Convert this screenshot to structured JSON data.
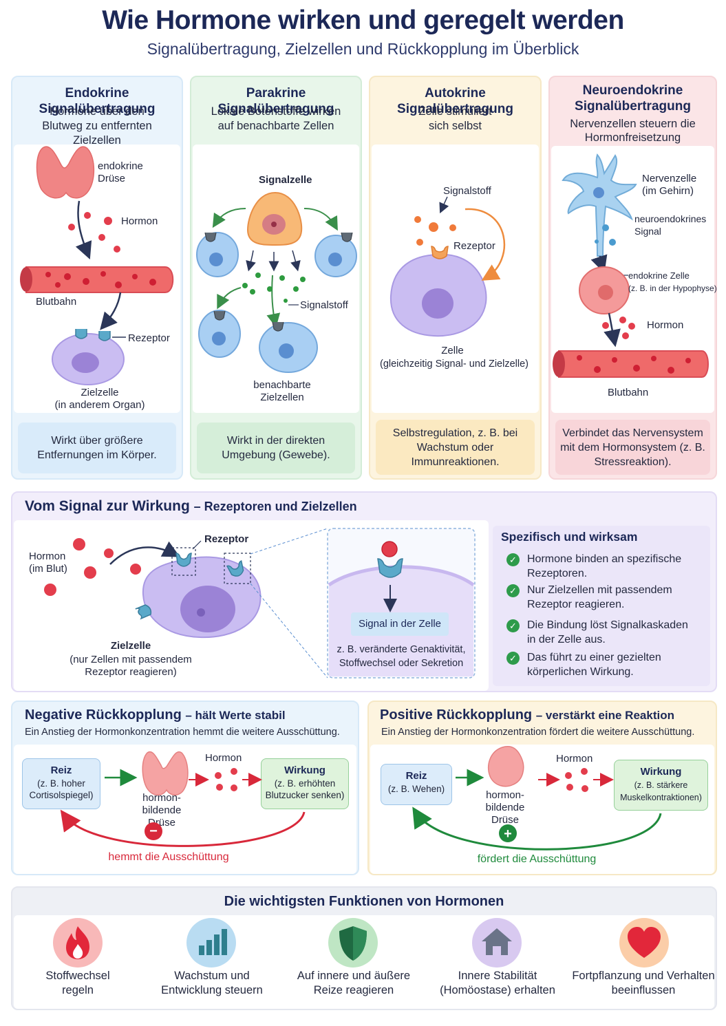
{
  "header": {
    "title": "Wie Hormone wirken und geregelt werden",
    "subtitle": "Signalübertragung, Zielzellen und Rückkopplung im Überblick"
  },
  "types": [
    {
      "title": "Endokrine Signalübertragung",
      "subtitle": "Hormone über den Blutweg zu entfernten Zielzellen",
      "labels": {
        "gland": "endokrine Drüse",
        "hormone": "Hormon",
        "blood": "Blutbahn",
        "receptor": "Rezeptor",
        "target": "Zielzelle",
        "target_note": "(in anderem Organ)"
      },
      "note": "Wirkt über größere Entfernungen im Körper."
    },
    {
      "title": "Parakrine Signalübertragung",
      "subtitle": "Lokale Botenstoffe wirken auf benachbarte Zellen",
      "labels": {
        "signal_cell": "Signalzelle",
        "signal": "Signalstoff",
        "neighbors": "benachbarte",
        "neighbors2": "Zielzellen"
      },
      "note": "Wirkt in der direkten Umgebung (Gewebe)."
    },
    {
      "title": "Autokrine Signalübertragung",
      "subtitle": "Zelle stimuliert sich selbst",
      "labels": {
        "signal": "Signalstoff",
        "receptor": "Rezeptor",
        "cell": "Zelle",
        "cell_note": "(gleichzeitig Signal- und Zielzelle)"
      },
      "note": "Selbstregulation, z. B. bei Wachstum oder Immunreaktionen."
    },
    {
      "title": "Neuroendokrine Signalübertragung",
      "subtitle": "Nervenzellen steuern die Hormonfreisetzung",
      "labels": {
        "nerve": "Nervenzelle",
        "nerve_note": "(im Gehirn)",
        "signal": "neuroendokrines",
        "signal2": "Signal",
        "endo": "endokrine Zelle",
        "endo_note": "(z. B. in der Hypophyse)",
        "hormone": "Hormon",
        "blood": "Blutbahn"
      },
      "note": "Verbindet das Nervensystem mit dem Hormonsystem (z. B. Stressreaktion)."
    }
  ],
  "receptor_section": {
    "title": "Vom Signal zur Wirkung",
    "title_suffix": "– Rezeptoren und Zielzellen",
    "hormone_label": "Hormon",
    "hormone_note": "(im Blut)",
    "receptor_label": "Rezeptor",
    "target_label": "Zielzelle",
    "target_note": "(nur Zellen mit passendem Rezeptor reagieren)",
    "signal_box": "Signal in der Zelle",
    "signal_note": "z. B. veränderte Genaktivität, Stoffwechsel oder Sekretion",
    "specific_title": "Spezifisch und wirksam",
    "check_icon": "check-icon",
    "points": [
      "Hormone binden an spezifische Rezeptoren.",
      "Nur Zielzellen mit passendem Rezeptor reagieren.",
      "Die Bindung löst Signalkaskaden in der Zelle aus.",
      "Das führt zu einer gezielten körperlichen Wirkung."
    ]
  },
  "feedback": {
    "negative": {
      "title": "Negative Rückkopplung",
      "title_suffix": "– hält Werte stabil",
      "subtitle": "Ein Anstieg der Hormonkonzentration hemmt die weitere Ausschüttung.",
      "stimulus_title": "Reiz",
      "stimulus_note": "(z. B. hoher Cortisolspiegel)",
      "gland_label": "hormon-bildende Drüse",
      "hormone_label": "Hormon",
      "effect_title": "Wirkung",
      "effect_note": "(z. B. erhöhten Blutzucker senken)",
      "loop_label": "hemmt die Ausschüttung",
      "sign": "−",
      "color": "#d8283a"
    },
    "positive": {
      "title": "Positive Rückkopplung",
      "title_suffix": "– verstärkt eine Reaktion",
      "subtitle": "Ein Anstieg der Hormonkonzentration fördert die weitere Ausschüttung.",
      "stimulus_title": "Reiz",
      "stimulus_note": "(z. B. Wehen)",
      "gland_label": "hormon-bildende Drüse",
      "hormone_label": "Hormon",
      "effect_title": "Wirkung",
      "effect_note": "(z. B. stärkere Muskelkontraktionen)",
      "loop_label": "fördert die Ausschüttung",
      "sign": "+",
      "color": "#1f8a3c"
    }
  },
  "functions": {
    "title": "Die wichtigsten Funktionen von Hormonen",
    "items": [
      {
        "label": "Stoffwechsel regeln",
        "icon": "flame-icon",
        "color": "#f8b8b8"
      },
      {
        "label": "Wachstum und Entwicklung steuern",
        "icon": "bar-chart-icon",
        "color": "#b9dcf2"
      },
      {
        "label": "Auf innere und äußere Reize reagieren",
        "icon": "shield-icon",
        "color": "#bfe6c4"
      },
      {
        "label": "Innere Stabilität (Homöostase) erhalten",
        "icon": "house-icon",
        "color": "#d8c9f0"
      },
      {
        "label": "Fortpflanzung und Verhalten beeinflussen",
        "icon": "heart-icon",
        "color": "#fbcda8"
      }
    ]
  }
}
